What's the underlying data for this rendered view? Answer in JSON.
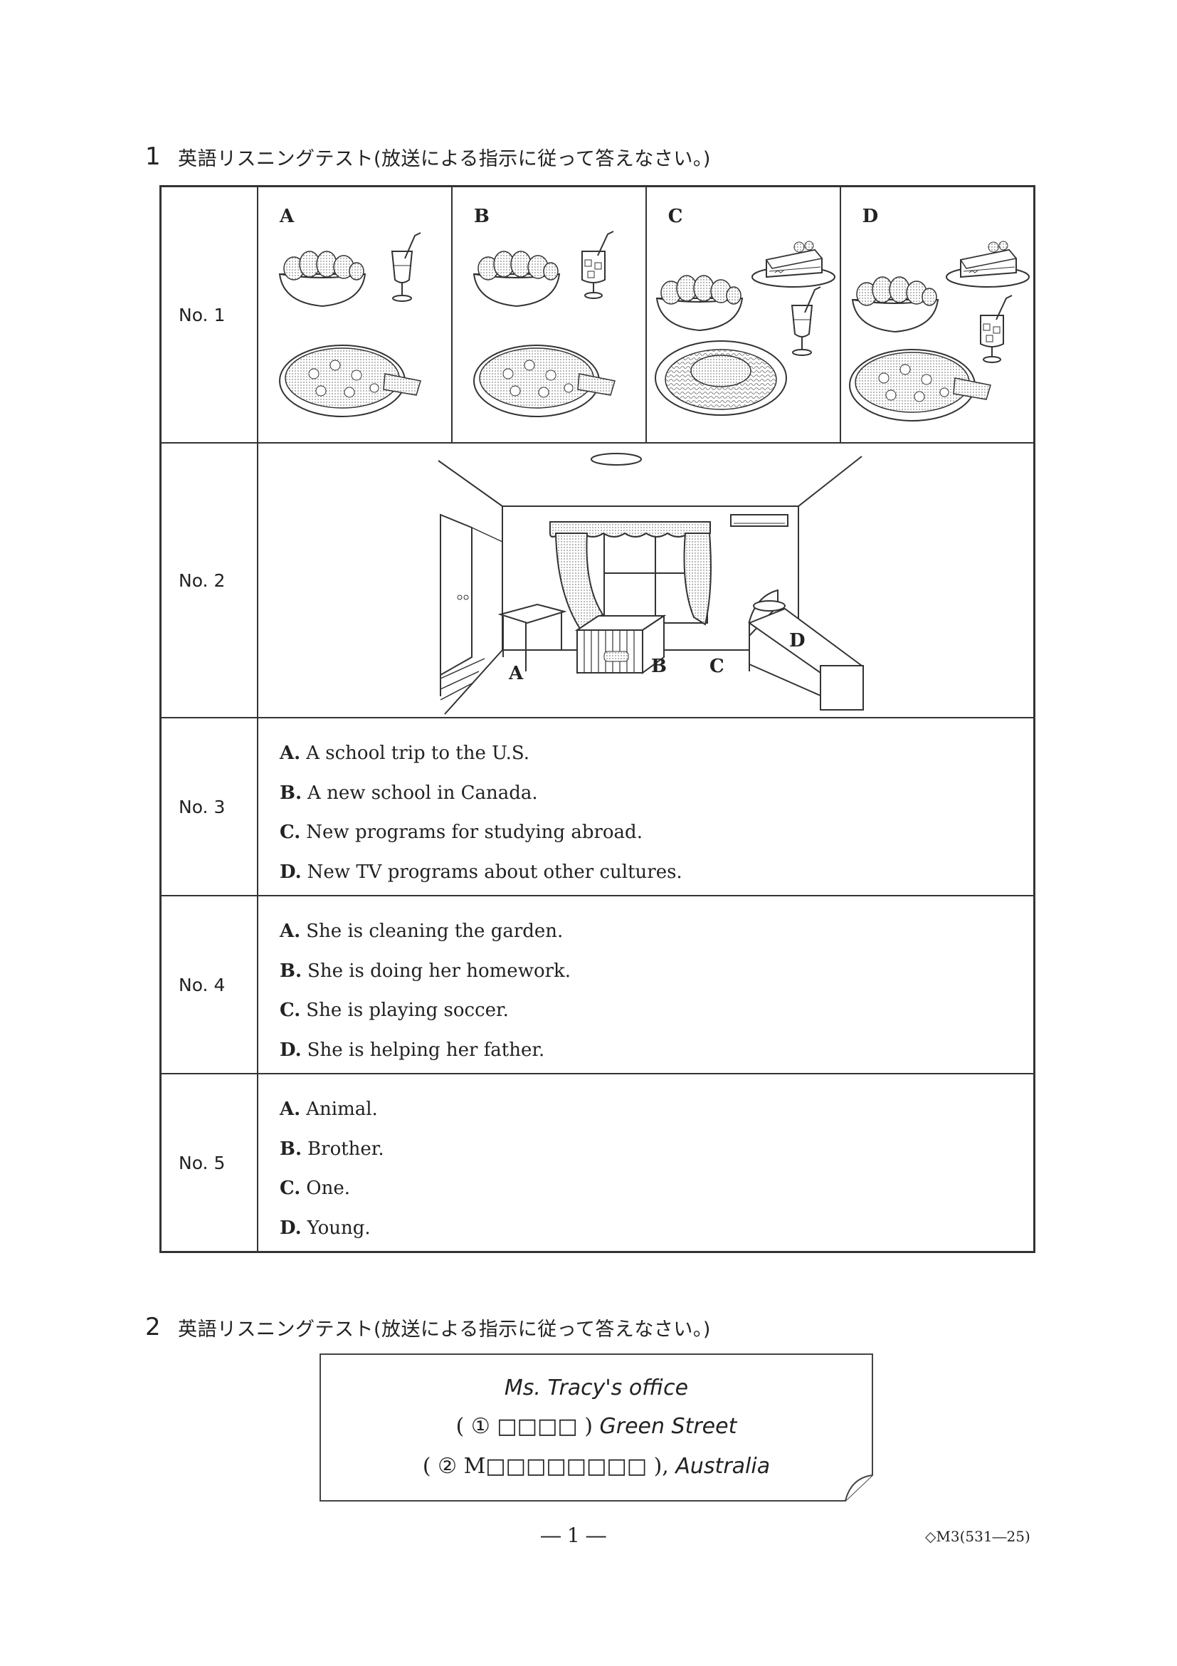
{
  "section1": {
    "number": "1",
    "text": "英語リスニングテスト(放送による指示に従って答えなさい。)"
  },
  "questions": {
    "no1": {
      "label": "No. 1",
      "choices": [
        "A",
        "B",
        "C",
        "D"
      ]
    },
    "no2": {
      "label": "No. 2",
      "markers": [
        "A",
        "B",
        "C",
        "D"
      ]
    },
    "no3": {
      "label": "No. 3",
      "options": [
        {
          "letter": "A.",
          "text": "A school trip to the U.S."
        },
        {
          "letter": "B.",
          "text": "A new school in Canada."
        },
        {
          "letter": "C.",
          "text": "New programs for studying abroad."
        },
        {
          "letter": "D.",
          "text": "New TV programs about other cultures."
        }
      ]
    },
    "no4": {
      "label": "No. 4",
      "options": [
        {
          "letter": "A.",
          "text": "She is cleaning the garden."
        },
        {
          "letter": "B.",
          "text": "She is doing her homework."
        },
        {
          "letter": "C.",
          "text": "She is playing soccer."
        },
        {
          "letter": "D.",
          "text": "She is helping her father."
        }
      ]
    },
    "no5": {
      "label": "No. 5",
      "options": [
        {
          "letter": "A.",
          "text": "Animal."
        },
        {
          "letter": "B.",
          "text": "Brother."
        },
        {
          "letter": "C.",
          "text": "One."
        },
        {
          "letter": "D.",
          "text": "Young."
        }
      ]
    }
  },
  "section2": {
    "number": "2",
    "text": "英語リスニングテスト(放送による指示に従って答えなさい。)"
  },
  "note": {
    "title": "Ms. Tracy's office",
    "line2_blank": "( ① □□□□ )",
    "line2_text": "Green Street",
    "line3_blank": "( ② M□□□□□□□□ ),",
    "line3_text": "Australia"
  },
  "footer": {
    "page": "― 1 ―",
    "code": "◇M3(531―25)"
  }
}
